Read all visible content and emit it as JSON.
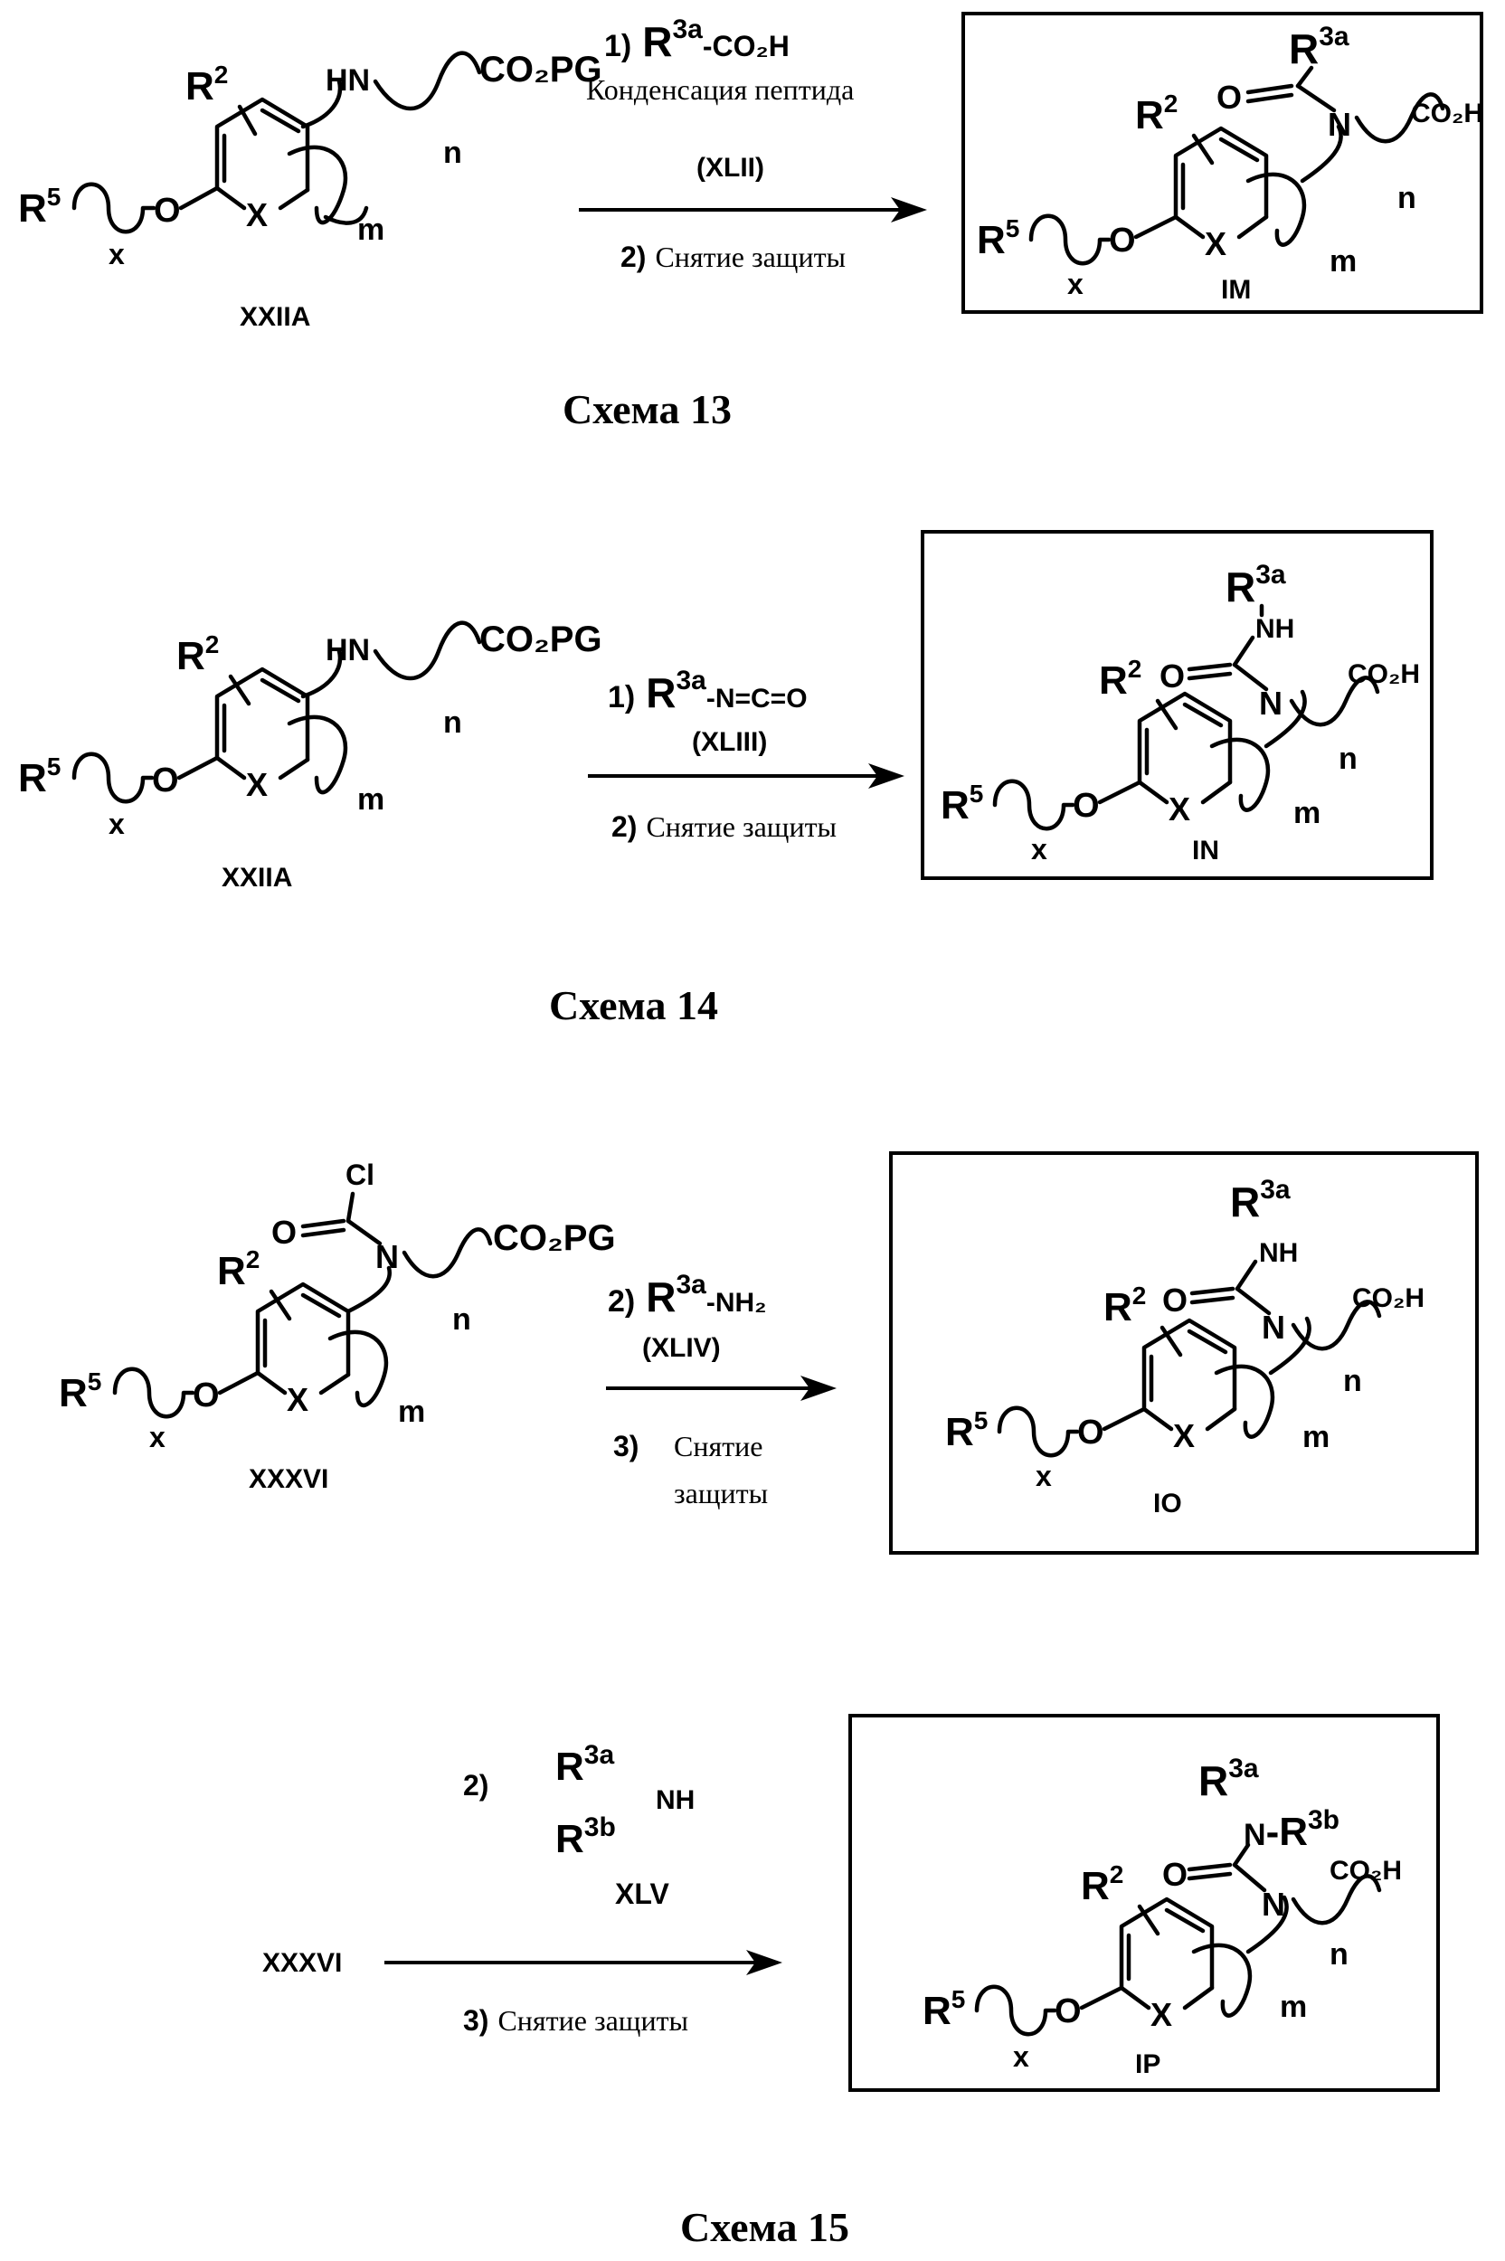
{
  "scheme13": {
    "caption": "Схема 13",
    "reactant": {
      "id": "XXIIA",
      "R2": "R",
      "R2_sup": "2",
      "R5": "R",
      "R5_sup": "5",
      "O": "O",
      "X": "X",
      "x": "x",
      "m": "m",
      "n": "n",
      "HN": "HN",
      "ester": "CO₂PG"
    },
    "reagents": {
      "step1_num": "1)",
      "step1_R": "R",
      "step1_sup": "3a",
      "step1_rest": "-CO₂H",
      "step1_desc": "Конденсация пептида",
      "code": "(XLII)",
      "step2_num": "2)",
      "step2_desc": "Снятие защиты"
    },
    "product": {
      "id": "IM",
      "R3a": "R",
      "R3a_sup": "3a",
      "O": "O",
      "N": "N",
      "acid": "CO₂H",
      "R2": "R",
      "R2_sup": "2",
      "R5": "R",
      "R5_sup": "5",
      "Oether": "O",
      "X": "X",
      "x": "x",
      "m": "m",
      "n": "n"
    }
  },
  "scheme14": {
    "caption": "Схема 14",
    "reactant": {
      "id": "XXIIA",
      "R2": "R",
      "R2_sup": "2",
      "R5": "R",
      "R5_sup": "5",
      "O": "O",
      "X": "X",
      "x": "x",
      "m": "m",
      "n": "n",
      "HN": "HN",
      "ester": "CO₂PG"
    },
    "reagents": {
      "step1_num": "1)",
      "step1_R": "R",
      "step1_sup": "3a",
      "step1_rest": "-N=C=O",
      "code": "(XLIII)",
      "step2_num": "2)",
      "step2_desc": "Снятие защиты"
    },
    "product": {
      "id": "IN",
      "R3a": "R",
      "R3a_sup": "3a",
      "NH": "NH",
      "O": "O",
      "N": "N",
      "acid": "CO₂H",
      "R2": "R",
      "R2_sup": "2",
      "R5": "R",
      "R5_sup": "5",
      "Oether": "O",
      "X": "X",
      "x": "x",
      "m": "m",
      "n": "n"
    }
  },
  "scheme15": {
    "caption": "Схема 15",
    "reactant": {
      "id": "XXXVI",
      "Cl": "Cl",
      "Ocarb": "O",
      "N": "N",
      "R2": "R",
      "R2_sup": "2",
      "R5": "R",
      "R5_sup": "5",
      "O": "O",
      "X": "X",
      "x": "x",
      "m": "m",
      "n": "n",
      "ester": "CO₂PG"
    },
    "reagents": {
      "step2_num": "2)",
      "step2_R": "R",
      "step2_sup": "3a",
      "step2_rest": "-NH₂",
      "code": "(XLIV)",
      "step3_num": "3)",
      "step3_line1": "Снятие",
      "step3_line2": "защиты"
    },
    "product": {
      "id": "IO",
      "R3a": "R",
      "R3a_sup": "3a",
      "NH": "NH",
      "O": "O",
      "N": "N",
      "acid": "CO₂H",
      "R2": "R",
      "R2_sup": "2",
      "R5": "R",
      "R5_sup": "5",
      "Oether": "O",
      "X": "X",
      "x": "x",
      "m": "m",
      "n": "n"
    },
    "second": {
      "start": "XXXVI",
      "step2_num": "2)",
      "amine": {
        "R3a": "R",
        "R3a_sup": "3a",
        "NH": "NH",
        "R3b": "R",
        "R3b_sup": "3b",
        "id": "XLV"
      },
      "step3_num": "3)",
      "step3_desc": "Снятие защиты",
      "product": {
        "id": "IP",
        "R3a": "R",
        "R3a_sup": "3a",
        "N": "N",
        "R3b_prefix": "-R",
        "R3b_sup": "3b",
        "O": "O",
        "Namide": "N",
        "acid": "CO₂H",
        "R2": "R",
        "R2_sup": "2",
        "R5": "R",
        "R5_sup": "5",
        "Oether": "O",
        "X": "X",
        "x": "x",
        "m": "m",
        "n": "n"
      }
    }
  }
}
